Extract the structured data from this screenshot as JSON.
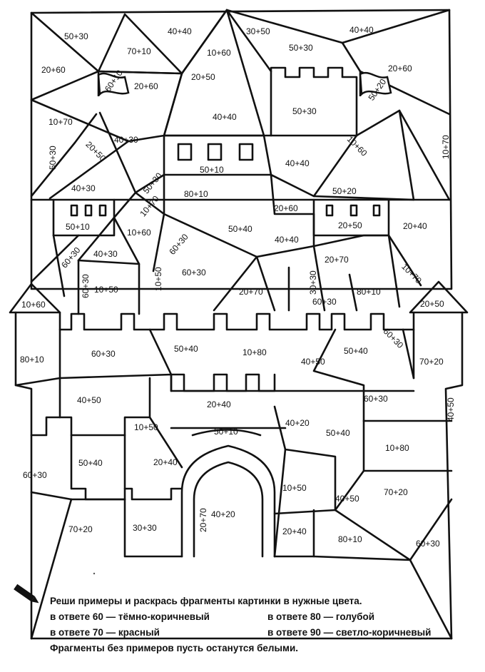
{
  "title": "",
  "labels": {
    "l1": "50+30",
    "l2": "70+10",
    "l3": "40+40",
    "l4": "10+60",
    "l5": "30+50",
    "l6": "40+40",
    "l7": "20+60",
    "l8": "60+10",
    "l9": "20+60",
    "l10": "20+50",
    "l11": "50+30",
    "l12": "50+20",
    "l13": "20+60",
    "l14": "10+70",
    "l15": "40+30",
    "l16": "40+40",
    "l17": "50+30",
    "l18": "20+50",
    "l19": "10+60",
    "l20": "50+30",
    "l21": "50+10",
    "l22": "40+40",
    "l23": "40+30",
    "l24": "50+30",
    "l25": "10+70",
    "l26": "80+10",
    "l27": "50+20",
    "l28": "20+60",
    "l29": "10+70",
    "l30": "50+10",
    "l31": "10+60",
    "l32": "60+30",
    "l33": "50+40",
    "l34": "20+50",
    "l35": "20+40",
    "l36": "40+40",
    "l37": "60+30",
    "l38": "40+30",
    "l39": "60+30",
    "l40": "20+70",
    "l41": "60+30",
    "l42": "10+50",
    "l43": "10+50",
    "l44": "20+70",
    "l45": "30+30",
    "l46": "60+30",
    "l47": "80+10",
    "l48": "10+70",
    "l49": "10+60",
    "l50": "20+50",
    "l51": "80+10",
    "l52": "60+30",
    "l53": "50+40",
    "l54": "10+80",
    "l55": "40+50",
    "l56": "50+40",
    "l57": "60+30",
    "l58": "70+20",
    "l59": "40+50",
    "l60": "20+40",
    "l61": "60+30",
    "l62": "10+50",
    "l63": "50+10",
    "l64": "40+20",
    "l65": "50+40",
    "l66": "40+50",
    "l67": "60+30",
    "l68": "50+40",
    "l69": "20+40",
    "l70": "10+80",
    "l71": "10+50",
    "l72": "40+50",
    "l73": "70+20",
    "l74": "70+20",
    "l75": "30+30",
    "l76": "20+70",
    "l77": "40+20",
    "l78": "20+40",
    "l79": "80+10",
    "l80": "60+30"
  },
  "legend": {
    "instruction": "Реши примеры и раскрась фрагменты картинки в нужные цвета.",
    "r60": "в ответе 60 — тёмно-коричневый",
    "r70": "в ответе 70 — красный",
    "r80": "в ответе 80 — голубой",
    "r90": "в ответе 90 — светло-коричневый",
    "footer": "Фрагменты без примеров пусть останутся белыми."
  }
}
